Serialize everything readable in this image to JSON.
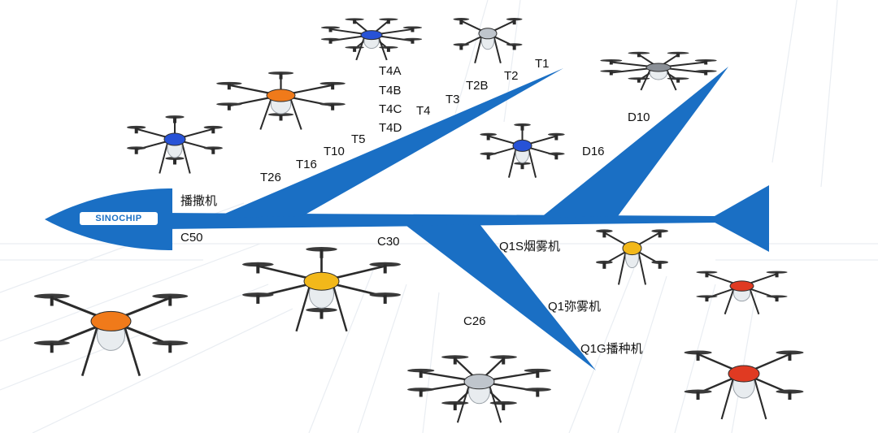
{
  "logo": "SINOCHIP",
  "series": {
    "T": [
      "T1",
      "T2",
      "T2B",
      "T3",
      "T4",
      "T4A",
      "T4B",
      "T4C",
      "T4D",
      "T5",
      "T10",
      "T16",
      "T26"
    ],
    "D": [
      "D10",
      "D16"
    ],
    "spreader": "播撒机",
    "C": [
      "C50",
      "C30",
      "C26"
    ],
    "Q": [
      "Q1S烟雾机",
      "Q1弥雾机",
      "Q1G播种机"
    ]
  },
  "colors": {
    "branch_blue": "#1a6fc4",
    "drone_frame": "#2b2b2b",
    "accent_orange": "#f07a1a",
    "accent_yellow": "#f2b81a",
    "accent_red": "#e03a22",
    "accent_blue": "#2752d6"
  },
  "icons": [
    "hexacopter-drone-icon",
    "octocopter-drone-icon",
    "quadcopter-drone-icon"
  ]
}
